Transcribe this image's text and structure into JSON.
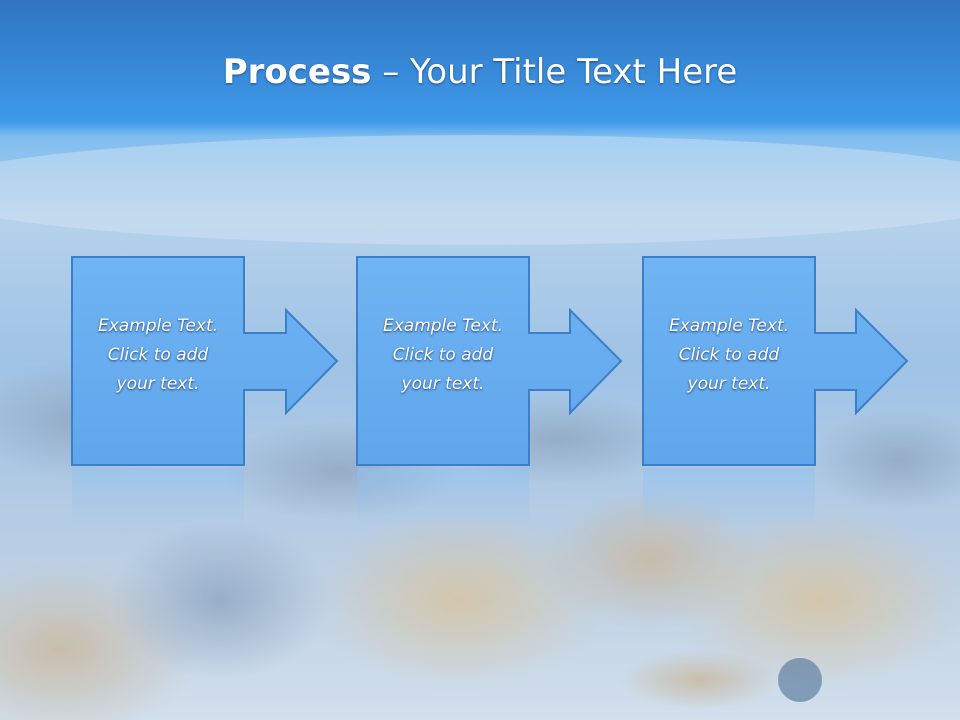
{
  "slide": {
    "title_bold": "Process",
    "title_rest": " – Your Title Text Here"
  },
  "steps": [
    {
      "line1": "Example Text.",
      "line2": "Click  to add",
      "line3": "your text."
    },
    {
      "line1": "Example Text.",
      "line2": "Click  to add",
      "line3": "your text."
    },
    {
      "line1": "Example Text.",
      "line2": "Click  to add",
      "line3": "your text."
    }
  ],
  "colors": {
    "header_blue": "#3a8fd8",
    "box_fill": "#6ab0f0",
    "box_border": "#3c7fc8",
    "sea_bottom": "#c8d9ea"
  }
}
